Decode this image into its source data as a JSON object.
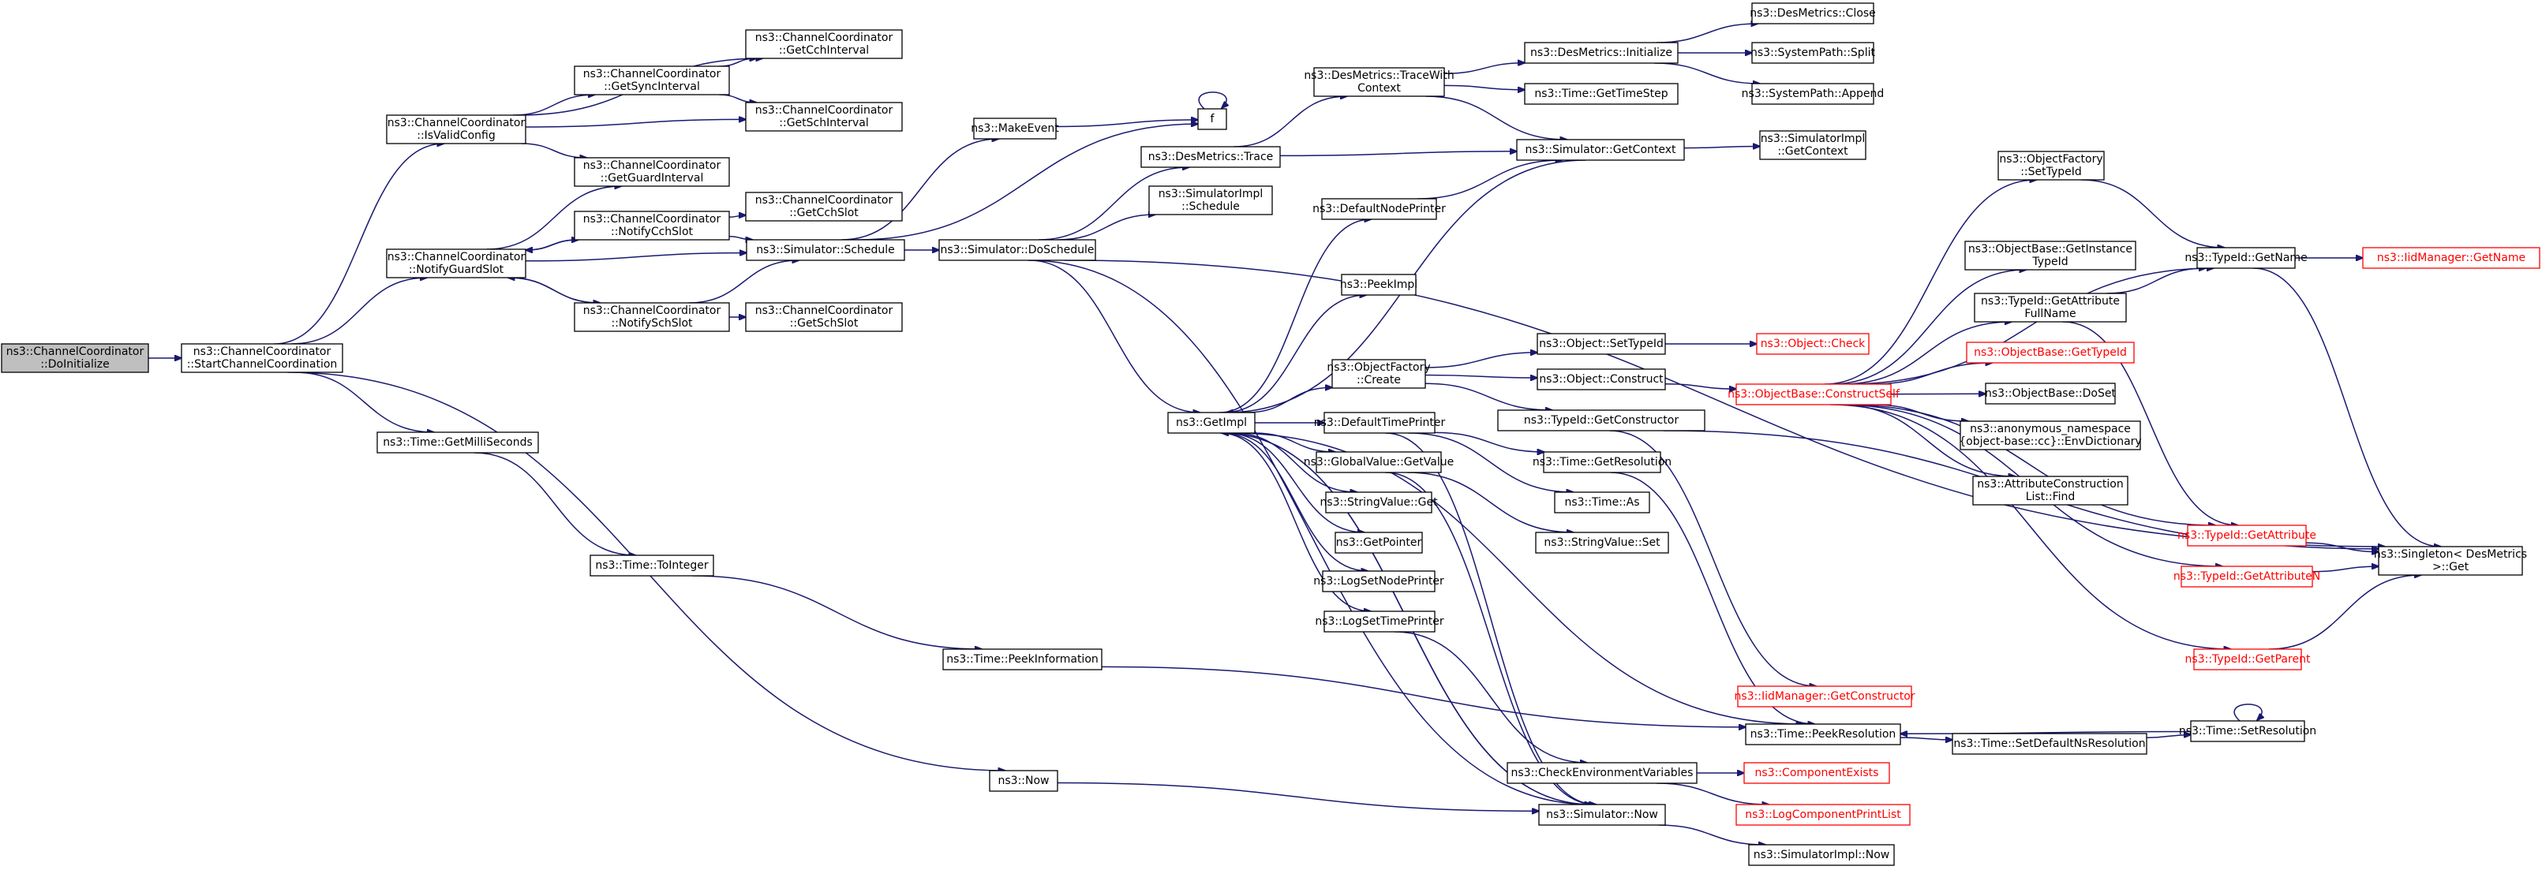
{
  "colors": {
    "edge": "#191970",
    "root_fill": "#bfbfbf",
    "truncated_border": "#ff0000"
  },
  "nodes": [
    {
      "id": "n1",
      "lines": [
        "ns3::ChannelCoordinator",
        "::DoInitialize"
      ],
      "style": "root"
    },
    {
      "id": "n2",
      "lines": [
        "ns3::ChannelCoordinator",
        "::StartChannelCoordination"
      ]
    },
    {
      "id": "n3",
      "lines": [
        "ns3::ChannelCoordinator",
        "::IsValidConfig"
      ]
    },
    {
      "id": "n4",
      "lines": [
        "ns3::ChannelCoordinator",
        "::NotifyGuardSlot"
      ]
    },
    {
      "id": "n5",
      "lines": [
        "ns3::Time::GetMilliSeconds"
      ]
    },
    {
      "id": "n6",
      "lines": [
        "ns3::Now"
      ]
    },
    {
      "id": "n7",
      "lines": [
        "ns3::ChannelCoordinator",
        "::GetCchInterval"
      ]
    },
    {
      "id": "n8",
      "lines": [
        "ns3::ChannelCoordinator",
        "::GetSyncInterval"
      ]
    },
    {
      "id": "n9",
      "lines": [
        "ns3::ChannelCoordinator",
        "::GetSchInterval"
      ]
    },
    {
      "id": "n10",
      "lines": [
        "ns3::ChannelCoordinator",
        "::GetGuardInterval"
      ]
    },
    {
      "id": "n11",
      "lines": [
        "ns3::ChannelCoordinator",
        "::NotifyCchSlot"
      ]
    },
    {
      "id": "n12",
      "lines": [
        "ns3::ChannelCoordinator",
        "::GetCchSlot"
      ]
    },
    {
      "id": "n13",
      "lines": [
        "ns3::Simulator::Schedule"
      ]
    },
    {
      "id": "n14",
      "lines": [
        "ns3::ChannelCoordinator",
        "::NotifySchSlot"
      ]
    },
    {
      "id": "n15",
      "lines": [
        "ns3::ChannelCoordinator",
        "::GetSchSlot"
      ]
    },
    {
      "id": "n16",
      "lines": [
        "ns3::Time::ToInteger"
      ]
    },
    {
      "id": "n17",
      "lines": [
        "ns3::Time::PeekInformation"
      ]
    },
    {
      "id": "n18",
      "lines": [
        "ns3::MakeEvent"
      ]
    },
    {
      "id": "n19",
      "lines": [
        "ns3::Simulator::DoSchedule"
      ]
    },
    {
      "id": "n20",
      "lines": [
        "f"
      ]
    },
    {
      "id": "n21",
      "lines": [
        "ns3::DesMetrics::Trace"
      ]
    },
    {
      "id": "n22",
      "lines": [
        "ns3::SimulatorImpl",
        "::Schedule"
      ]
    },
    {
      "id": "n23",
      "lines": [
        "ns3::GetImpl"
      ]
    },
    {
      "id": "n24",
      "lines": [
        "ns3::DesMetrics::TraceWith",
        "Context"
      ]
    },
    {
      "id": "n25",
      "lines": [
        "ns3::DefaultNodePrinter"
      ]
    },
    {
      "id": "n26",
      "lines": [
        "ns3::PeekImpl"
      ]
    },
    {
      "id": "n27",
      "lines": [
        "ns3::ObjectFactory",
        "::Create"
      ]
    },
    {
      "id": "n28",
      "lines": [
        "ns3::DefaultTimePrinter"
      ]
    },
    {
      "id": "n29",
      "lines": [
        "ns3::GlobalValue::GetValue"
      ]
    },
    {
      "id": "n30",
      "lines": [
        "ns3::StringValue::Get"
      ]
    },
    {
      "id": "n31",
      "lines": [
        "ns3::GetPointer"
      ]
    },
    {
      "id": "n32",
      "lines": [
        "ns3::LogSetNodePrinter"
      ]
    },
    {
      "id": "n33",
      "lines": [
        "ns3::LogSetTimePrinter"
      ]
    },
    {
      "id": "n34",
      "lines": [
        "ns3::Simulator::Now"
      ]
    },
    {
      "id": "n35",
      "lines": [
        "ns3::DesMetrics::Initialize"
      ]
    },
    {
      "id": "n36",
      "lines": [
        "ns3::Time::GetTimeStep"
      ]
    },
    {
      "id": "n37",
      "lines": [
        "ns3::Simulator::GetContext"
      ]
    },
    {
      "id": "n38",
      "lines": [
        "ns3::Object::SetTypeId"
      ]
    },
    {
      "id": "n39",
      "lines": [
        "ns3::Object::Construct"
      ]
    },
    {
      "id": "n40",
      "lines": [
        "ns3::TypeId::GetConstructor"
      ]
    },
    {
      "id": "n41",
      "lines": [
        "ns3::Time::GetResolution"
      ]
    },
    {
      "id": "n42",
      "lines": [
        "ns3::Time::As"
      ]
    },
    {
      "id": "n43",
      "lines": [
        "ns3::StringValue::Set"
      ]
    },
    {
      "id": "n44",
      "lines": [
        "ns3::CheckEnvironmentVariables"
      ]
    },
    {
      "id": "n45",
      "lines": [
        "ns3::DesMetrics::Close"
      ]
    },
    {
      "id": "n46",
      "lines": [
        "ns3::SystemPath::Split"
      ]
    },
    {
      "id": "n47",
      "lines": [
        "ns3::SystemPath::Append"
      ]
    },
    {
      "id": "n48",
      "lines": [
        "ns3::SimulatorImpl",
        "::GetContext"
      ]
    },
    {
      "id": "n49",
      "lines": [
        "ns3::Object::Check"
      ],
      "style": "truncated"
    },
    {
      "id": "n50",
      "lines": [
        "ns3::ObjectBase::ConstructSelf"
      ],
      "style": "truncated"
    },
    {
      "id": "n51",
      "lines": [
        "ns3::IidManager::GetConstructor"
      ],
      "style": "truncated"
    },
    {
      "id": "n52",
      "lines": [
        "ns3::Time::PeekResolution"
      ]
    },
    {
      "id": "n53",
      "lines": [
        "ns3::ComponentExists"
      ],
      "style": "truncated"
    },
    {
      "id": "n54",
      "lines": [
        "ns3::LogComponentPrintList"
      ],
      "style": "truncated"
    },
    {
      "id": "n55",
      "lines": [
        "ns3::SimulatorImpl::Now"
      ]
    },
    {
      "id": "n56",
      "lines": [
        "ns3::ObjectFactory",
        "::SetTypeId"
      ]
    },
    {
      "id": "n57",
      "lines": [
        "ns3::ObjectBase::GetInstance",
        "TypeId"
      ]
    },
    {
      "id": "n58",
      "lines": [
        "ns3::TypeId::GetAttribute",
        "FullName"
      ]
    },
    {
      "id": "n59",
      "lines": [
        "ns3::ObjectBase::GetTypeId"
      ],
      "style": "truncated"
    },
    {
      "id": "n60",
      "lines": [
        "ns3::ObjectBase::DoSet"
      ]
    },
    {
      "id": "n61",
      "lines": [
        "ns3::anonymous_namespace",
        "{object-base::cc}::EnvDictionary"
      ]
    },
    {
      "id": "n62",
      "lines": [
        "ns3::AttributeConstruction",
        "List::Find"
      ]
    },
    {
      "id": "n63",
      "lines": [
        "ns3::TypeId::GetAttribute"
      ],
      "style": "truncated"
    },
    {
      "id": "n64",
      "lines": [
        "ns3::TypeId::GetAttributeN"
      ],
      "style": "truncated"
    },
    {
      "id": "n65",
      "lines": [
        "ns3::TypeId::GetParent"
      ],
      "style": "truncated"
    },
    {
      "id": "n66",
      "lines": [
        "ns3::Time::SetDefaultNsResolution"
      ]
    },
    {
      "id": "n67",
      "lines": [
        "ns3::TypeId::GetName"
      ]
    },
    {
      "id": "n68",
      "lines": [
        "ns3::Time::SetResolution"
      ]
    },
    {
      "id": "n69",
      "lines": [
        "ns3::IidManager::GetName"
      ],
      "style": "truncated"
    },
    {
      "id": "n70",
      "lines": [
        "ns3::Singleton< DesMetrics",
        " >::Get"
      ]
    }
  ],
  "edges": [
    [
      "n1",
      "n2"
    ],
    [
      "n2",
      "n3"
    ],
    [
      "n2",
      "n4"
    ],
    [
      "n2",
      "n5"
    ],
    [
      "n2",
      "n6"
    ],
    [
      "n3",
      "n7"
    ],
    [
      "n3",
      "n8"
    ],
    [
      "n3",
      "n9"
    ],
    [
      "n3",
      "n10"
    ],
    [
      "n8",
      "n7"
    ],
    [
      "n8",
      "n9"
    ],
    [
      "n4",
      "n10"
    ],
    [
      "n4",
      "n11"
    ],
    [
      "n4",
      "n13"
    ],
    [
      "n4",
      "n14"
    ],
    [
      "n11",
      "n12"
    ],
    [
      "n11",
      "n13"
    ],
    [
      "n11",
      "n4"
    ],
    [
      "n14",
      "n15"
    ],
    [
      "n14",
      "n13"
    ],
    [
      "n14",
      "n4"
    ],
    [
      "n13",
      "n18"
    ],
    [
      "n13",
      "n19"
    ],
    [
      "n13",
      "n20"
    ],
    [
      "n18",
      "n20"
    ],
    [
      "n20",
      "n20"
    ],
    [
      "n19",
      "n21"
    ],
    [
      "n19",
      "n22"
    ],
    [
      "n19",
      "n23"
    ],
    [
      "n19",
      "n34"
    ],
    [
      "n19",
      "n70"
    ],
    [
      "n21",
      "n24"
    ],
    [
      "n21",
      "n37"
    ],
    [
      "n24",
      "n35"
    ],
    [
      "n24",
      "n36"
    ],
    [
      "n24",
      "n37"
    ],
    [
      "n35",
      "n45"
    ],
    [
      "n35",
      "n46"
    ],
    [
      "n35",
      "n47"
    ],
    [
      "n37",
      "n48"
    ],
    [
      "n37",
      "n23"
    ],
    [
      "n25",
      "n37"
    ],
    [
      "n23",
      "n25"
    ],
    [
      "n23",
      "n26"
    ],
    [
      "n23",
      "n27"
    ],
    [
      "n23",
      "n28"
    ],
    [
      "n23",
      "n29"
    ],
    [
      "n23",
      "n30"
    ],
    [
      "n23",
      "n31"
    ],
    [
      "n23",
      "n32"
    ],
    [
      "n23",
      "n33"
    ],
    [
      "n23",
      "n34"
    ],
    [
      "n23",
      "n52"
    ],
    [
      "n27",
      "n38"
    ],
    [
      "n27",
      "n39"
    ],
    [
      "n27",
      "n40"
    ],
    [
      "n38",
      "n49"
    ],
    [
      "n39",
      "n50"
    ],
    [
      "n40",
      "n51"
    ],
    [
      "n40",
      "n70"
    ],
    [
      "n28",
      "n41"
    ],
    [
      "n28",
      "n42"
    ],
    [
      "n28",
      "n34"
    ],
    [
      "n41",
      "n52"
    ],
    [
      "n29",
      "n43"
    ],
    [
      "n29",
      "n34"
    ],
    [
      "n33",
      "n44"
    ],
    [
      "n44",
      "n53"
    ],
    [
      "n44",
      "n54"
    ],
    [
      "n34",
      "n55"
    ],
    [
      "n34",
      "n23"
    ],
    [
      "n5",
      "n16"
    ],
    [
      "n16",
      "n17"
    ],
    [
      "n17",
      "n52"
    ],
    [
      "n6",
      "n34"
    ],
    [
      "n52",
      "n66"
    ],
    [
      "n66",
      "n68"
    ],
    [
      "n68",
      "n52"
    ],
    [
      "n68",
      "n68"
    ],
    [
      "n50",
      "n56"
    ],
    [
      "n50",
      "n57"
    ],
    [
      "n50",
      "n58"
    ],
    [
      "n50",
      "n59"
    ],
    [
      "n50",
      "n60"
    ],
    [
      "n50",
      "n61"
    ],
    [
      "n50",
      "n62"
    ],
    [
      "n50",
      "n63"
    ],
    [
      "n50",
      "n64"
    ],
    [
      "n50",
      "n65"
    ],
    [
      "n50",
      "n67"
    ],
    [
      "n56",
      "n67"
    ],
    [
      "n58",
      "n67"
    ],
    [
      "n58",
      "n63"
    ],
    [
      "n67",
      "n69"
    ],
    [
      "n67",
      "n70"
    ],
    [
      "n63",
      "n70"
    ],
    [
      "n64",
      "n70"
    ],
    [
      "n65",
      "n70"
    ]
  ]
}
